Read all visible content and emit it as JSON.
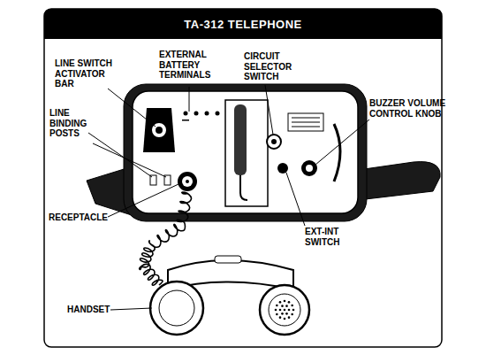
{
  "diagram": {
    "title": "TA-312 TELEPHONE",
    "labels": [
      "LINE SWITCH ACTIVATOR BAR",
      "EXTERNAL BATTERY TERMINALS",
      "CIRCUIT SELECTOR SWITCH",
      "BUZZER VOLUME CONTROL KNOB",
      "LINE BINDING POSTS",
      "RECEPTACLE",
      "EXT-INT SWITCH",
      "HANDSET"
    ]
  }
}
